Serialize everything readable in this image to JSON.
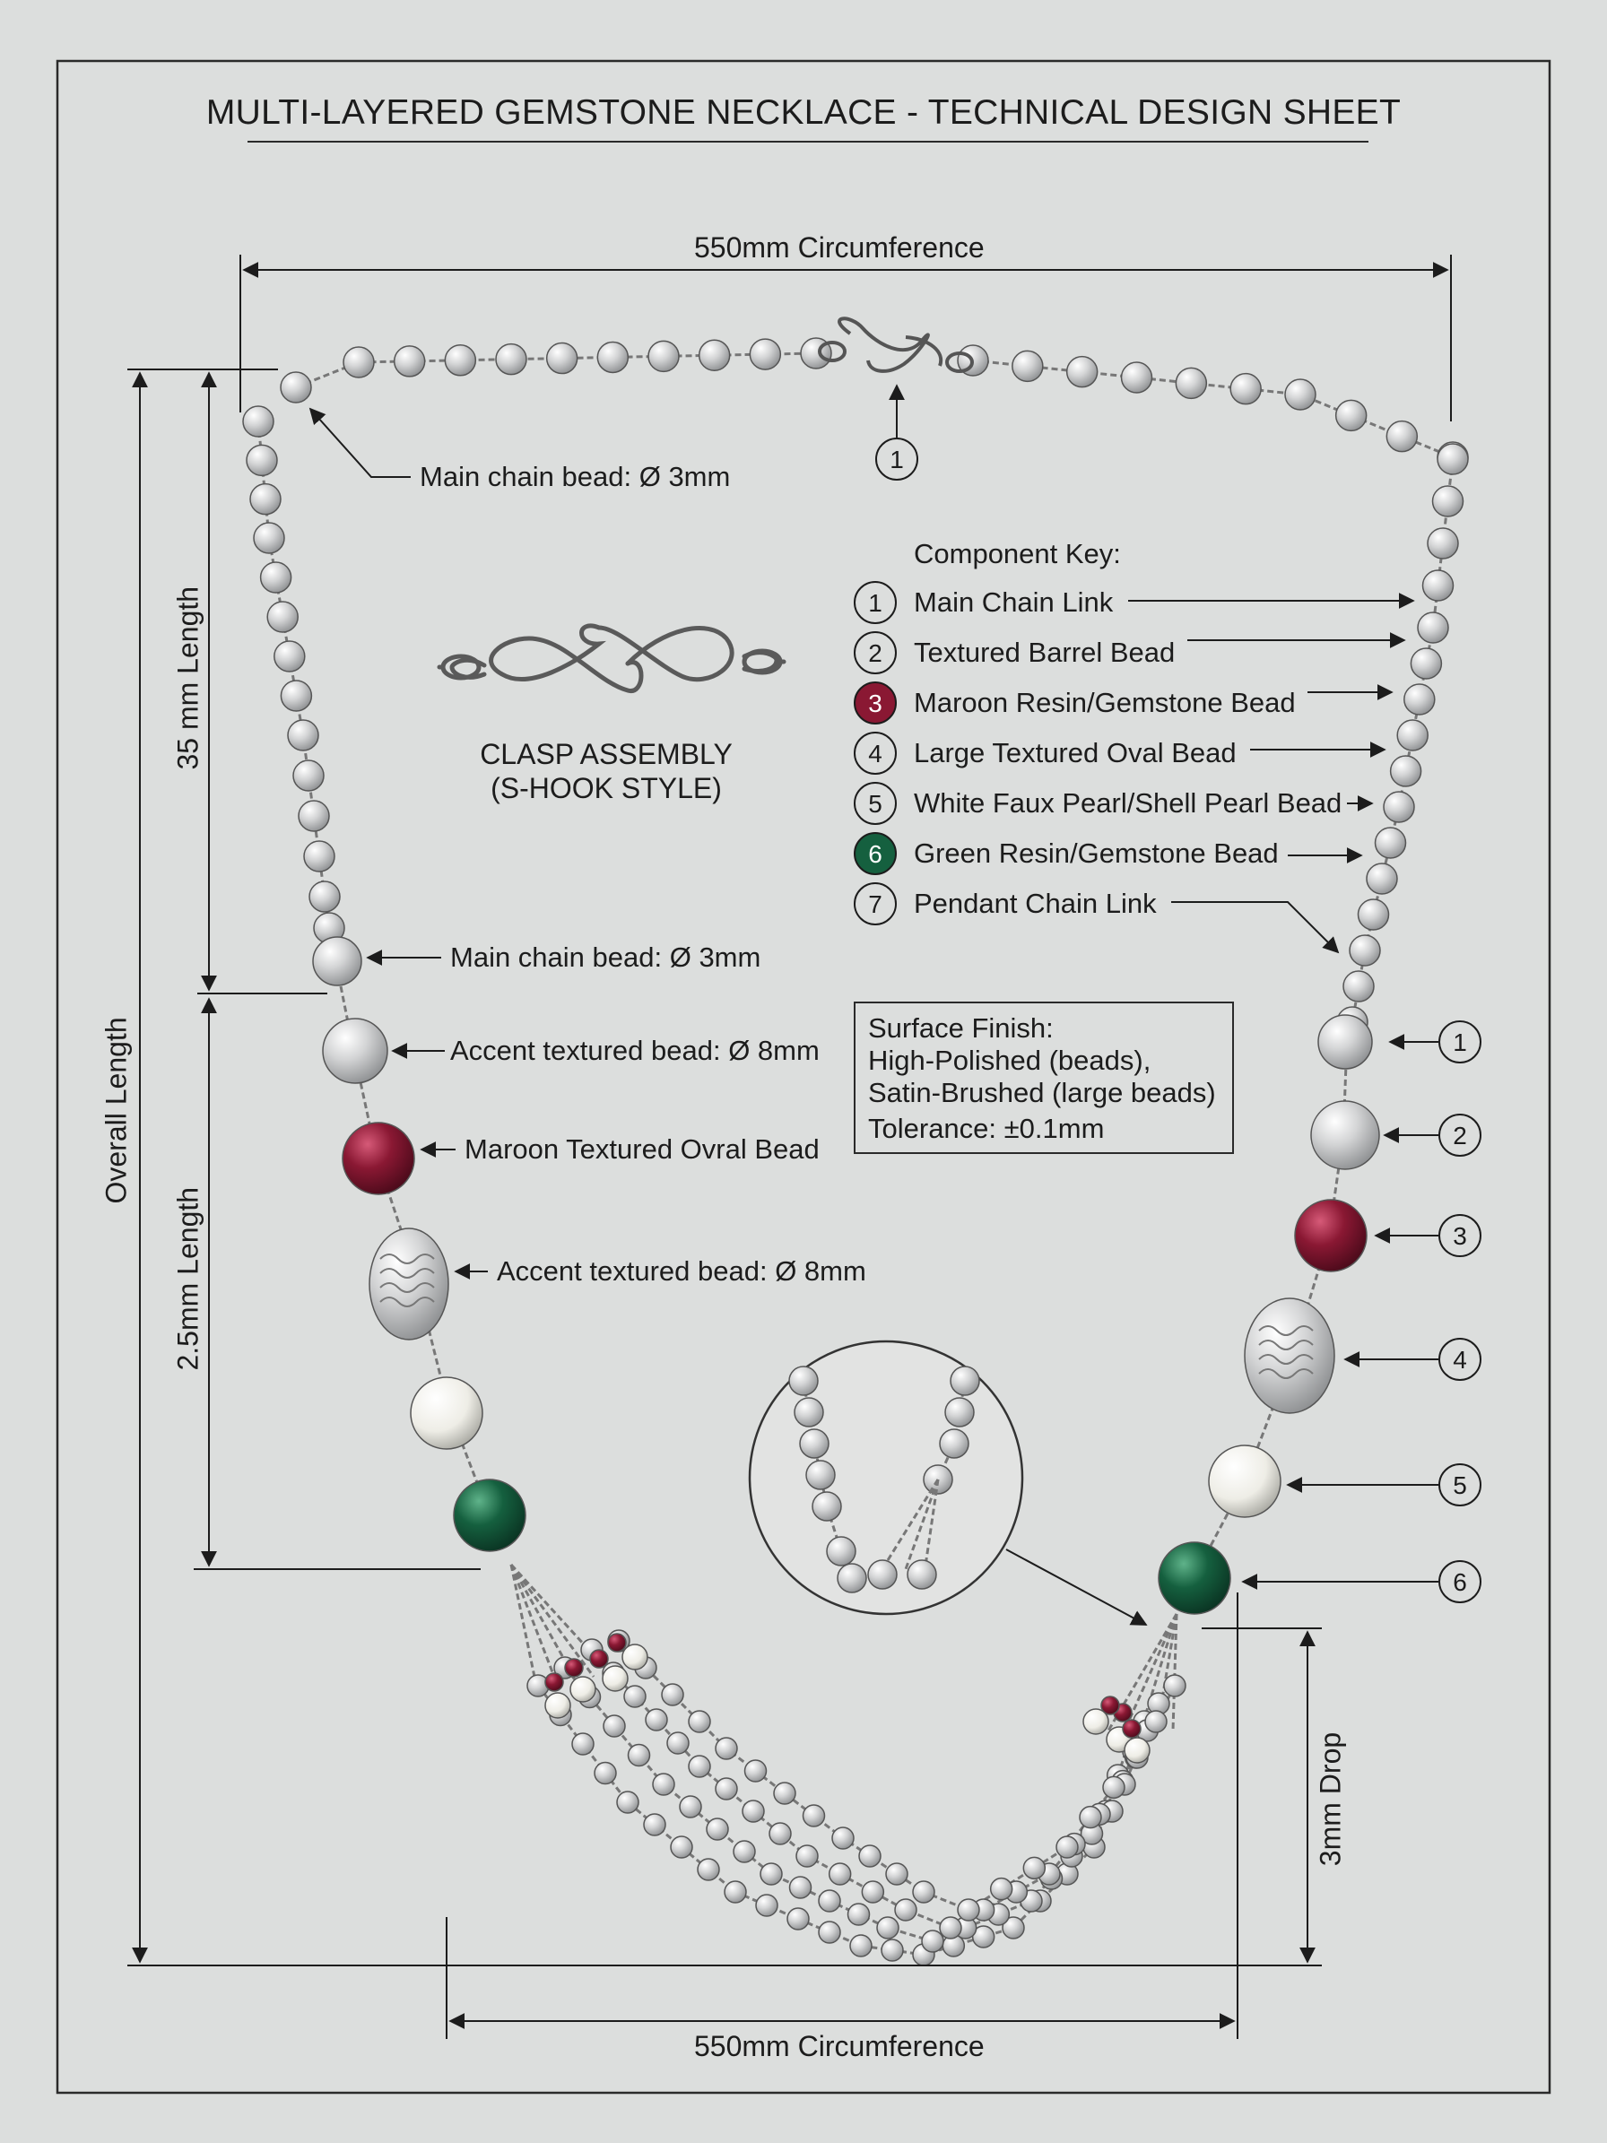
{
  "title": "MULTI-LAYERED GEMSTONE NECKLACE - TECHNICAL DESIGN SHEET",
  "dimensions": {
    "top_circumference": "550mm Circumference",
    "bottom_circumference": "550mm Circumference",
    "overall_length": "Overall Length",
    "upper_length": "35  mm Length",
    "lower_length": "2.5mm Length",
    "drop": "3mm Drop"
  },
  "callouts": {
    "main_bead_top": "Main chain bead: Ø 3mm",
    "main_bead_mid": "Main chain bead: Ø 3mm",
    "accent_bead_1": "Accent textured bead: Ø 8mm",
    "maroon_bead": "Maroon Textured Ovral Bead",
    "accent_bead_2": "Accent textured bead: Ø 8mm",
    "clasp_marker": "1"
  },
  "clasp": {
    "line1": "CLASP ASSEMBLY",
    "line2": "(S-HOOK STYLE)"
  },
  "component_key": {
    "heading": "Component Key:",
    "items": [
      {
        "num": "1",
        "label": "Main Chain Link"
      },
      {
        "num": "2",
        "label": "Textured Barrel Bead"
      },
      {
        "num": "3",
        "label": "Maroon Resin/Gemstone Bead"
      },
      {
        "num": "4",
        "label": "Large Textured Oval Bead"
      },
      {
        "num": "5",
        "label": "White Faux Pearl/Shell Pearl Bead"
      },
      {
        "num": "6",
        "label": "Green Resin/Gemstone Bead"
      },
      {
        "num": "7",
        "label": "Pendant Chain Link"
      }
    ]
  },
  "side_markers": [
    "1",
    "2",
    "3",
    "4",
    "5",
    "6"
  ],
  "surface_finish": {
    "line1": "Surface Finish:",
    "line2": "High-Polished (beads),",
    "line3": "Satin-Brushed (large beads)",
    "line4": "Tolerance: ±0.1mm"
  },
  "colors": {
    "background": "#dcdedd",
    "ink": "#1c1c1c",
    "silver": "#c9cacb",
    "maroon": "#8a1833",
    "green": "#15603f",
    "pearl": "#f2f1ea"
  }
}
